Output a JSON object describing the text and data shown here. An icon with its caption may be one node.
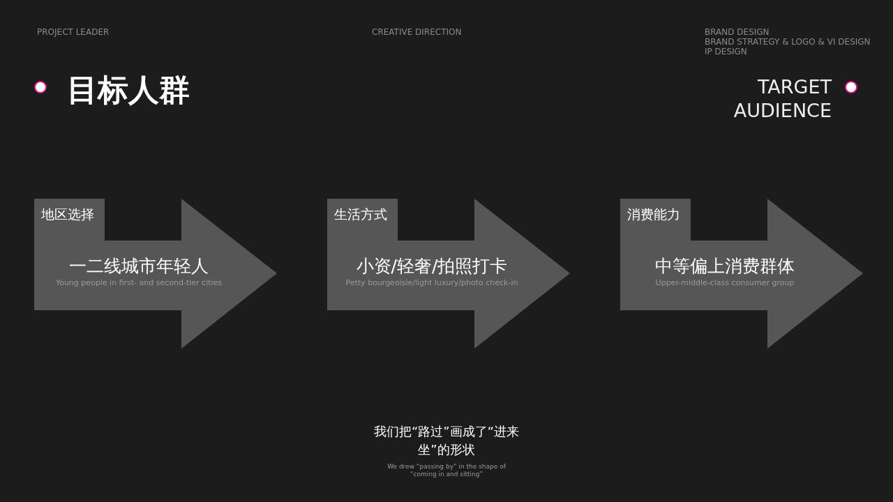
{
  "diagram": {
    "title": "目标人群",
    "nodes": [
      {
        "text": [
          "地区选择",
          "一二线城市年轻人",
          "Young people in first- and second-tier cities"
        ]
      },
      {
        "text": [
          "生活方式",
          "小资/轻奢/拍照打卡",
          "Petty bourgeoisie/light luxury/photo check-in"
        ]
      },
      {
        "text": [
          "消费能力",
          "中等偏上消费群体",
          "Upper-middle-class consumer group"
        ]
      }
    ],
    "edges": [],
    "labels": [
      "PROJECT LEADER",
      "CREATIVE DIRECTION",
      "BRAND DESIGN",
      "BRAND STRATEGY & LOGO & VI DESIGN",
      "IP DESIGN",
      "TARGET AUDIENCE",
      "我们把“路过”画成了“进来坐”的形状",
      "We drew “passing by” in the shape of “coming in and sitting”"
    ]
  }
}
